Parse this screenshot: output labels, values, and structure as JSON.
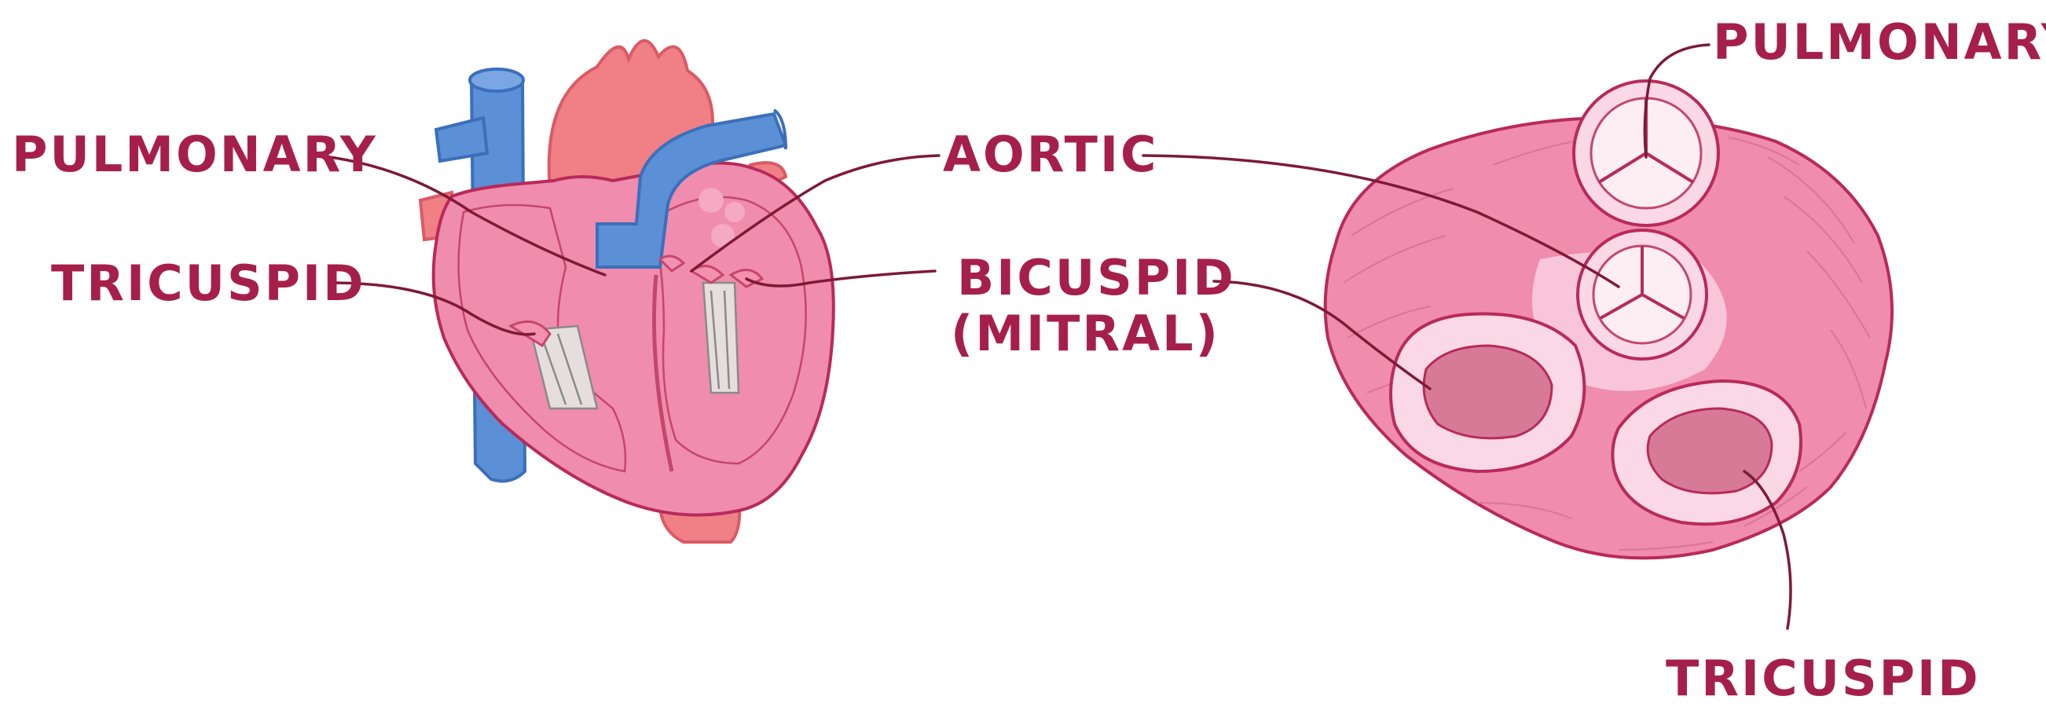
{
  "colors": {
    "label": "#a61f4a",
    "leader": "#7d1a38",
    "heart_wall": "#f08cae",
    "heart_inner": "#f7b3cb",
    "vein_blue": "#5b8fd6",
    "aorta_red": "#f07f86"
  },
  "left_heart": {
    "labels": {
      "pulmonary": "PULMONARY",
      "tricuspid": "TRICUSPID",
      "aortic": "AORTIC",
      "bicuspid": "BICUSPID",
      "mitral": "(MITRAL)"
    }
  },
  "right_valves": {
    "labels": {
      "pulmonary": "PULMONARY",
      "tricuspid": "TRICUSPID"
    }
  }
}
